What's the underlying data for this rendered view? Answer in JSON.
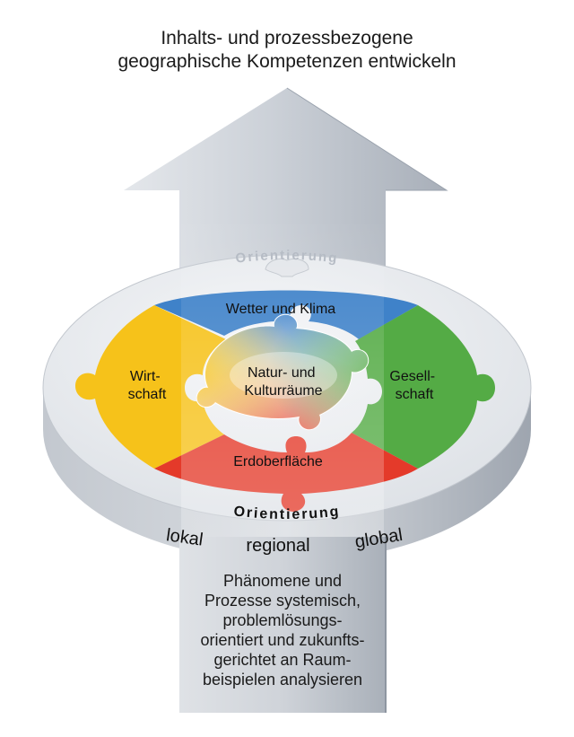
{
  "title": {
    "line1": "Inhalts- und prozessbezogene",
    "line2": "geographische Kompetenzen entwickeln"
  },
  "disc": {
    "orientation_top": "Orientierung",
    "orientation_bottom": "Orientierung",
    "scales": {
      "local": "lokal",
      "regional": "regional",
      "global": "global"
    }
  },
  "puzzle": {
    "top": "Wetter und Klima",
    "left_line1": "Wirt-",
    "left_line2": "schaft",
    "right_line1": "Gesell-",
    "right_line2": "schaft",
    "bottom": "Erdoberfläche",
    "center_line1": "Natur- und",
    "center_line2": "Kulturräume"
  },
  "bottom_text": [
    "Phänomene und",
    "Prozesse systemisch,",
    "problemlösungs-",
    "orientiert und zukunfts-",
    "gerichtet an Raum-",
    "beispielen analysieren"
  ],
  "colors": {
    "blue": "#3f82c9",
    "yellow": "#f6c21a",
    "green": "#54ab45",
    "red": "#e43a2a",
    "arrow": "#bdc3cc",
    "disc": "#e6e9ee"
  }
}
